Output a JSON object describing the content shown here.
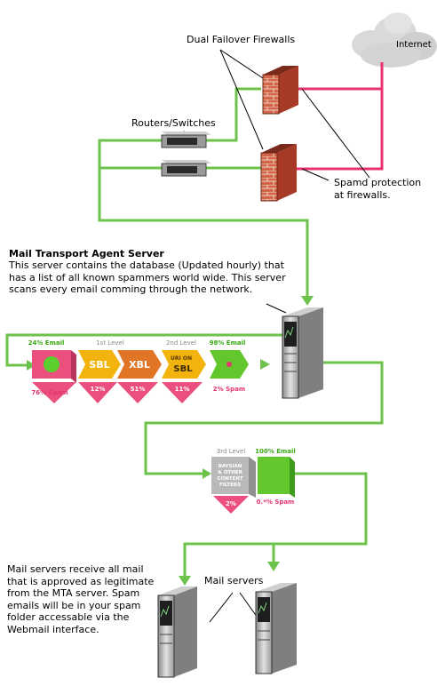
{
  "labels": {
    "internet": "Internet",
    "firewalls": "Dual Failover Firewalls",
    "routers": "Routers/Switches",
    "spamd_line1": "Spamd protection",
    "spamd_line2": "at firewalls.",
    "mta_title": "Mail Transport Agent Server",
    "mta_desc": "This server contains the database (Updated hourly) that has a list of all known spammers world wide. This server scans every email comming through the network.",
    "mail_servers": "Mail servers",
    "mail_desc": "Mail servers receive all mail that is approved as legitimate from the MTA server. Spam emails will be in your spam folder accessable via the Webmail interface."
  },
  "filters": {
    "stage1_top": "24% Email",
    "stage1_bottom": "76% Spam",
    "level1": "1st Level",
    "sbl": "SBL",
    "xbl": "XBL",
    "sbl_pct": "12%",
    "xbl_pct": "51%",
    "level2": "2nd Level",
    "uri_line1": "URI ON",
    "uri_line2": "SBL",
    "uri_pct": "11%",
    "stage4_top": "98% Email",
    "stage4_bottom": "2% Spam",
    "level3": "3rd Level",
    "bayes_line1": "BAYSIAN",
    "bayes_line2": "& OTHER",
    "bayes_line3": "CONTENT",
    "bayes_line4": "FILTERS",
    "bayes_pct": "2%",
    "final_top": "100% Email",
    "final_bottom": "0.*% Spam"
  },
  "colors": {
    "green_line": "#6cc24a",
    "red_line": "#e8346e",
    "spam_pink": "#ea4f7e",
    "sbl_yellow": "#f2b40c",
    "xbl_orange": "#e07526",
    "email_green": "#62c62d",
    "filter_gray": "#b9b9b9"
  }
}
